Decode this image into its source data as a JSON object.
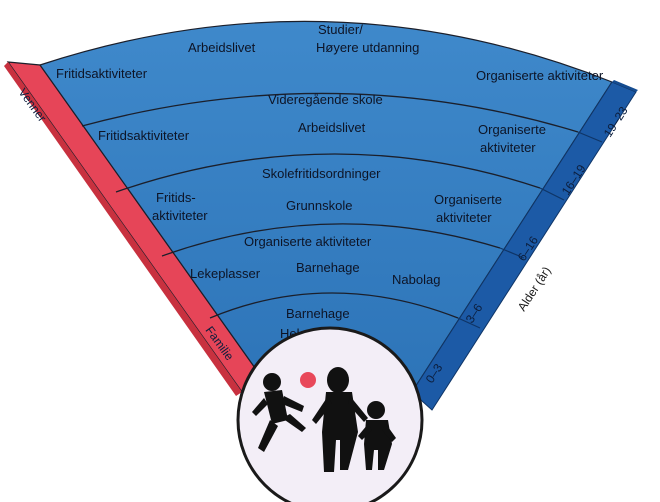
{
  "diagram": {
    "colors": {
      "fan_light": "#3d86c8",
      "fan_mid": "#2f78bc",
      "band_line": "#1b1f2b",
      "side_right": "#1c5aa6",
      "side_right_dark": "#154c90",
      "side_left": "#e64558",
      "side_left_dark": "#c8313f",
      "text_dark": "#0d1426",
      "side_text": "#0c1e3d",
      "circle_bg": "#f3eef7",
      "circle_ring": "#1a1a1a",
      "ball": "#e8485a",
      "silhouette": "#111111"
    },
    "left_side": {
      "top_label": "Venner",
      "bottom_label": "Familie"
    },
    "right_side": {
      "axis_label": "Alder (år)",
      "age_bands": [
        "0–3",
        "3–6",
        "6–16",
        "16–19",
        "19–23"
      ]
    },
    "bands": [
      {
        "age": "19–23",
        "labels": {
          "a": "Fritidsaktiviteter",
          "b": "Arbeidslivet",
          "c1": "Studier/",
          "c2": "Høyere utdanning",
          "d": "Organiserte aktiviteter"
        }
      },
      {
        "age": "16–19",
        "labels": {
          "a": "Videregående skole",
          "b": "Fritidsaktiviteter",
          "c": "Arbeidslivet",
          "d1": "Organiserte",
          "d2": "aktiviteter"
        }
      },
      {
        "age": "6–16",
        "labels": {
          "a": "Skolefritidsordninger",
          "b1": "Fritids-",
          "b2": "aktiviteter",
          "c": "Grunnskole",
          "d1": "Organiserte",
          "d2": "aktiviteter"
        }
      },
      {
        "age": "3–6",
        "labels": {
          "a": "Organiserte aktiviteter",
          "b": "Lekeplasser",
          "c": "Barnehage",
          "d": "Nabolag"
        }
      },
      {
        "age": "0–3",
        "labels": {
          "a": "Barnehage",
          "b": "Helsestasjon"
        }
      }
    ],
    "center_icon": "children-playing-icon"
  }
}
